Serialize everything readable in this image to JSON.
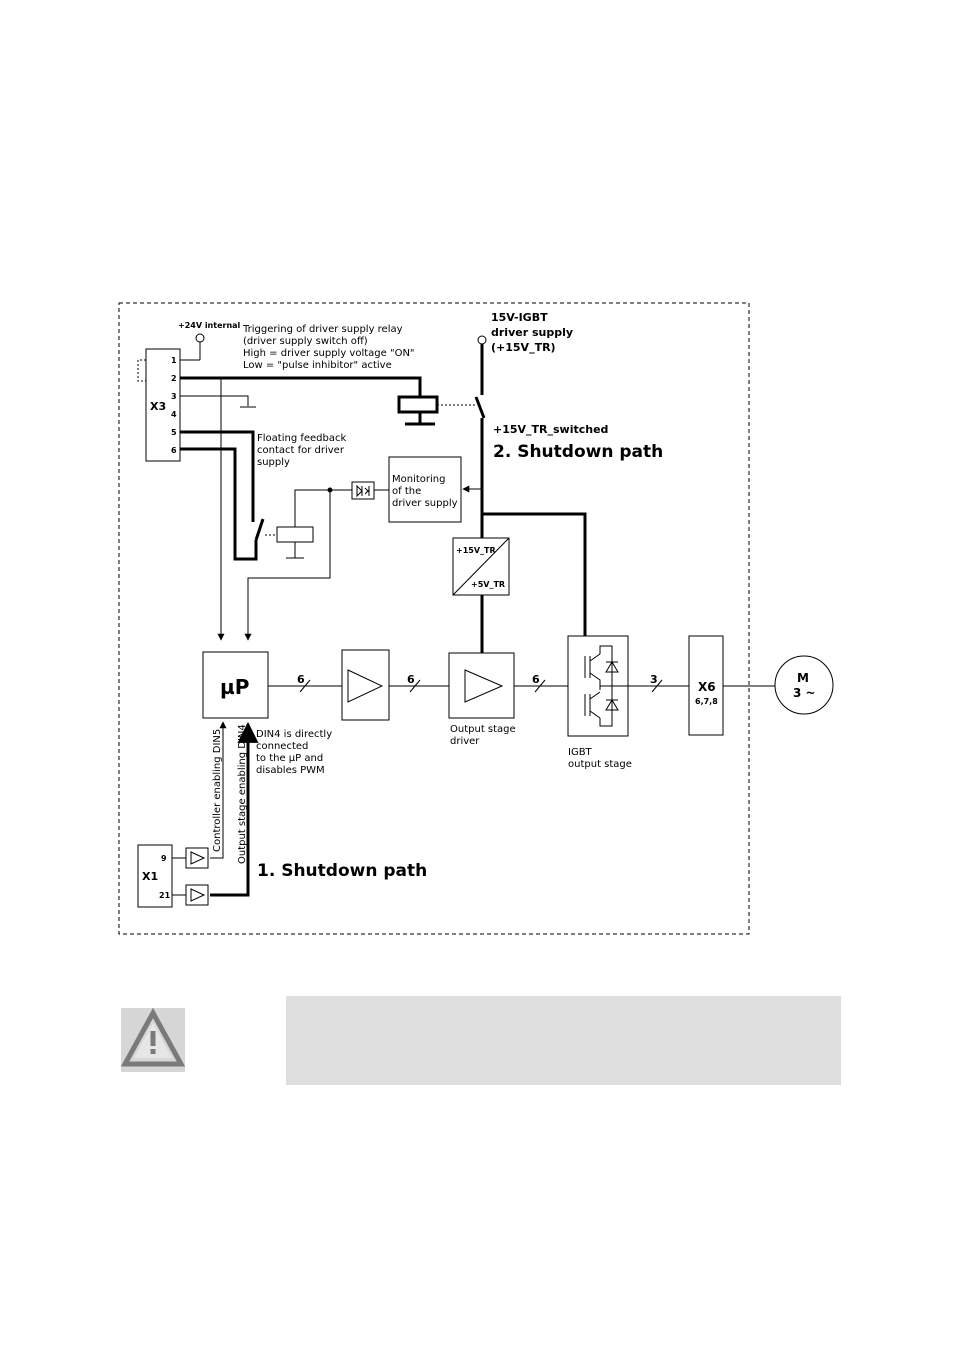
{
  "diagram": {
    "x3": {
      "label": "X3",
      "pins": [
        "1",
        "2",
        "3",
        "4",
        "5",
        "6"
      ]
    },
    "supply_24v": "+24V internal",
    "trigger_note": [
      "Triggering of driver supply relay",
      "(driver supply switch off)",
      "High = driver supply voltage \"ON\"",
      "Low = \"pulse inhibitor\" active"
    ],
    "igbt_supply": [
      "15V-IGBT",
      "driver supply",
      "(+15V_TR)"
    ],
    "switched_label": "+15V_TR_switched",
    "shutdown_path_2": "2. Shutdown path",
    "feedback_note": [
      "Floating feedback",
      "contact for driver",
      "supply"
    ],
    "monitoring_box": [
      "Monitoring",
      "of the",
      "driver supply"
    ],
    "dcdc": {
      "input": "+15V_TR",
      "output": "+5V_TR"
    },
    "up_label": "µP",
    "bus_widths": [
      "6",
      "6",
      "6",
      "3"
    ],
    "output_stage_driver": [
      "Output stage",
      "driver"
    ],
    "igbt_output_stage": [
      "IGBT",
      "output stage"
    ],
    "x6": {
      "label": "X6",
      "pins": "6,7,8"
    },
    "motor": {
      "label": "M",
      "phases": "3 ~"
    },
    "din4_note": [
      "DIN4 is directly",
      "connected",
      "to the µP and",
      "disables PWM"
    ],
    "controller_enabling": "Controller enabling  DIN5",
    "output_stage_enabling": "Output stage enabling  DIN4",
    "x1": {
      "label": "X1",
      "pin_9": "9",
      "pin_21": "21"
    },
    "shutdown_path_1": "1. Shutdown path"
  },
  "warning": {
    "icon": "warning-triangle-icon"
  }
}
